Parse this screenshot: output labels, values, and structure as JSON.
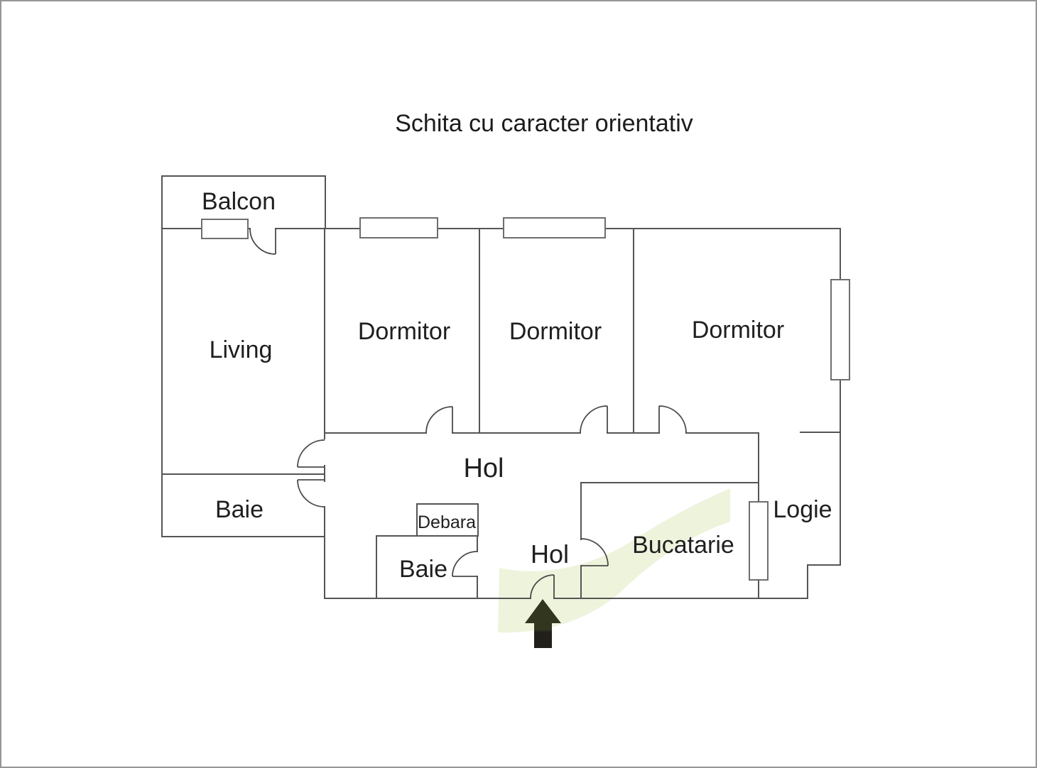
{
  "title": "Schita cu caracter orientativ",
  "rooms": {
    "balcon": {
      "label": "Balcon"
    },
    "living": {
      "label": "Living"
    },
    "dormitor1": {
      "label": "Dormitor"
    },
    "dormitor2": {
      "label": "Dormitor"
    },
    "dormitor3": {
      "label": "Dormitor"
    },
    "baie1": {
      "label": "Baie"
    },
    "hol1": {
      "label": "Hol"
    },
    "debara": {
      "label": "Debara"
    },
    "baie2": {
      "label": "Baie"
    },
    "hol2": {
      "label": "Hol"
    },
    "bucatarie": {
      "label": "Bucatarie"
    },
    "logie": {
      "label": "Logie"
    }
  },
  "entrance": {
    "arrow_direction": "up"
  },
  "colors": {
    "background": "#ffffff",
    "border": "#969696",
    "wall": "#555555",
    "text": "#1f1f1f",
    "kitchen_text": "#262c18",
    "highlight": "#eef3dc",
    "arrow_olive": "#33361f",
    "arrow_dark": "#211f19"
  }
}
